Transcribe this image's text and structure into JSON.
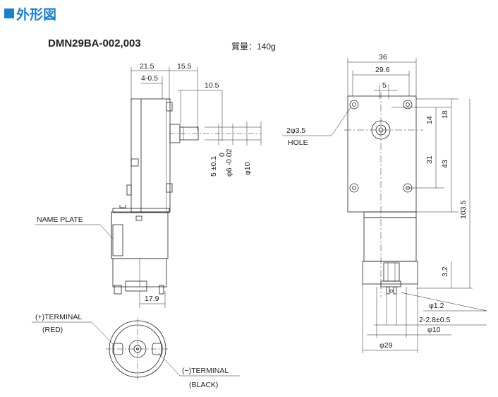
{
  "header": {
    "title": "外形図"
  },
  "model": "DMN29BA-002,003",
  "mass": {
    "label": "質量：",
    "value": "140g"
  },
  "colors": {
    "accent": "#1a7fcf",
    "line": "#222222"
  },
  "side_view": {
    "dim_21_5": "21.5",
    "dim_15_5": "15.5",
    "dim_4_0_5": "4-0.5",
    "dim_10_5": "10.5",
    "dim_5_tol": "5 ±0.1",
    "dim_phi6": "φ6 -0.02",
    "dim_phi6_upper": "0",
    "dim_phi10": "φ10",
    "dim_17_9": "17.9",
    "name_plate": "NAME PLATE"
  },
  "front_view": {
    "dim_36": "36",
    "dim_29_6": "29.6",
    "dim_5": "5",
    "dim_14": "14",
    "dim_18": "18",
    "dim_31": "31",
    "dim_43": "43",
    "dim_103_5": "103.5",
    "dim_3_2": "3.2",
    "hole_dim": "2φ3.5",
    "hole_label": "HOLE",
    "dim_phi1_2": "φ1.2",
    "dim_2_2_8": "2-2.8±0.5",
    "dim_phi10": "φ10",
    "dim_phi29": "φ29"
  },
  "bottom_view": {
    "plus_terminal": "(+)TERMINAL",
    "plus_color": "(RED)",
    "minus_terminal": "(−)TERMINAL",
    "minus_color": "(BLACK)"
  }
}
